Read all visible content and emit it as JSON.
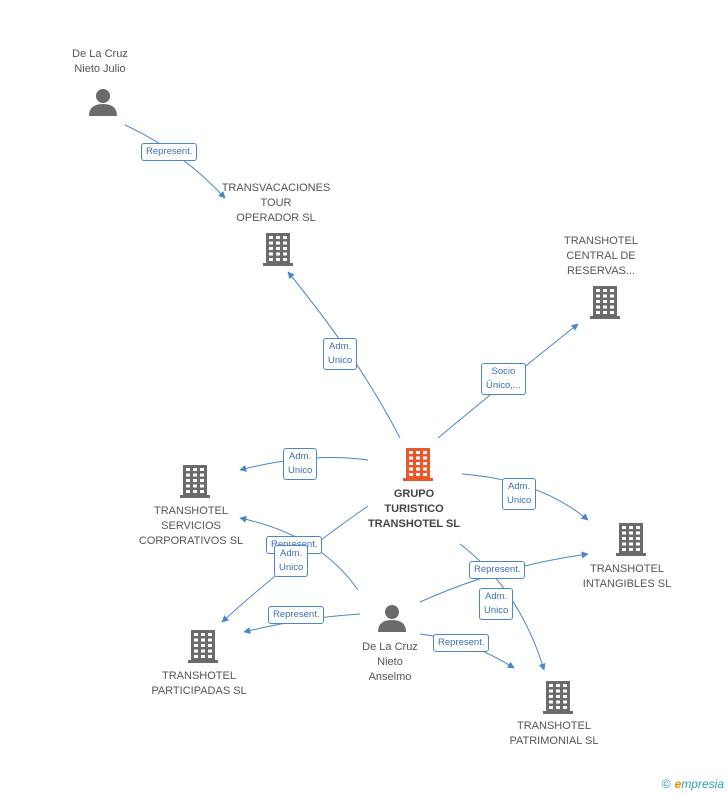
{
  "nodes": {
    "de_la_cruz_julio": {
      "label": "De La Cruz\nNieto Julio",
      "type": "person"
    },
    "transvacaciones": {
      "label": "TRANSVACACIONES\nTOUR\nOPERADOR SL",
      "type": "company"
    },
    "central_reservas": {
      "label": "TRANSHOTEL\nCENTRAL DE\nRESERVAS...",
      "type": "company"
    },
    "grupo_turistico": {
      "label": "GRUPO\nTURISTICO\nTRANSHOTEL SL",
      "type": "company-main"
    },
    "servicios_corporativos": {
      "label": "TRANSHOTEL\nSERVICIOS\nCORPORATIVOS SL",
      "type": "company"
    },
    "intangibles": {
      "label": "TRANSHOTEL\nINTANGIBLES SL",
      "type": "company"
    },
    "participadas": {
      "label": "TRANSHOTEL\nPARTICIPADAS SL",
      "type": "company"
    },
    "de_la_cruz_anselmo": {
      "label": "De La Cruz\nNieto\nAnselmo",
      "type": "person"
    },
    "patrimonial": {
      "label": "TRANSHOTEL\nPATRIMONIAL SL",
      "type": "company"
    }
  },
  "edges": {
    "julio_transvacaciones": "Represent.",
    "grupo_transvacaciones": "Adm.\nUnico",
    "grupo_central": "Socio\nÚnico,...",
    "grupo_servicios": "Adm.\nUnico",
    "grupo_intangibles": "Adm.\nUnico",
    "anselmo_servicios": "Represent.",
    "grupo_participadas": "Adm.\nUnico",
    "anselmo_intangibles": "Represent.",
    "grupo_patrimonial": "Adm.\nUnico",
    "anselmo_participadas": "Represent.",
    "anselmo_patrimonial": "Represent."
  },
  "colors": {
    "edge": "#4a86c8",
    "company_icon": "#6b6b6b",
    "main_company_icon": "#e8582a",
    "person_icon": "#6b6b6b"
  },
  "brand": {
    "copyright": "©",
    "name_initial": "e",
    "name_rest": "mpresia"
  }
}
